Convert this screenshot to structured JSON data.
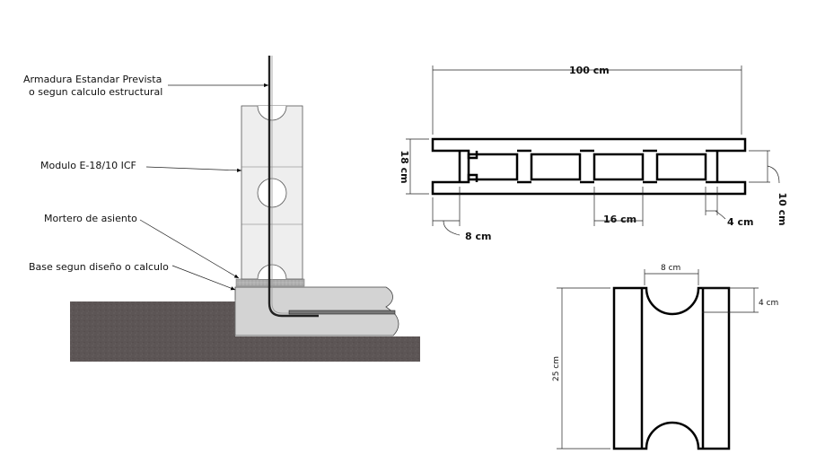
{
  "labels": {
    "armadura_1": "Armadura Estandar Prevista",
    "armadura_2": "o segun calculo estructural",
    "modulo": "Modulo E-18/10 ICF",
    "mortero": "Mortero de asiento",
    "base": "Base segun diseño o calculo"
  },
  "plan_dims": {
    "total_width": "100 cm",
    "height": "18 cm",
    "web_spacing": "16 cm",
    "core_depth": "10 cm",
    "wall_thickness": "4 cm",
    "end_offset": "8 cm"
  },
  "block_dims": {
    "notch_width": "8 cm",
    "notch_depth": "4 cm",
    "height": "25 cm"
  },
  "colors": {
    "ground": "#5c5555",
    "concrete": "#d3d3d3",
    "block_fill": "#eeeeee",
    "mortar": "#a9a9a9",
    "line": "#000000"
  }
}
